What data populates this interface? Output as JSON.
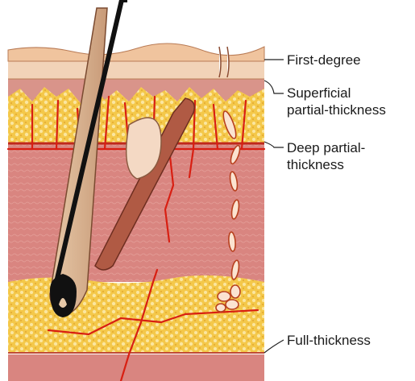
{
  "labels": {
    "first_degree": "First-degree",
    "superficial_line1": "Superficial",
    "superficial_line2": "partial-thickness",
    "deep_line1": "Deep partial-",
    "deep_line2": "thickness",
    "full_thickness": "Full-thickness"
  },
  "colors": {
    "epidermis": "#f2c9a8",
    "papillary_dermis": "#d99a86",
    "reticular_dermis": "#d9807a",
    "fat": "#f2c84a",
    "blood_vessel": "#d81f12",
    "hair": "#111111",
    "follicle": "#f4d9c4",
    "muscle": "#a85b45"
  }
}
